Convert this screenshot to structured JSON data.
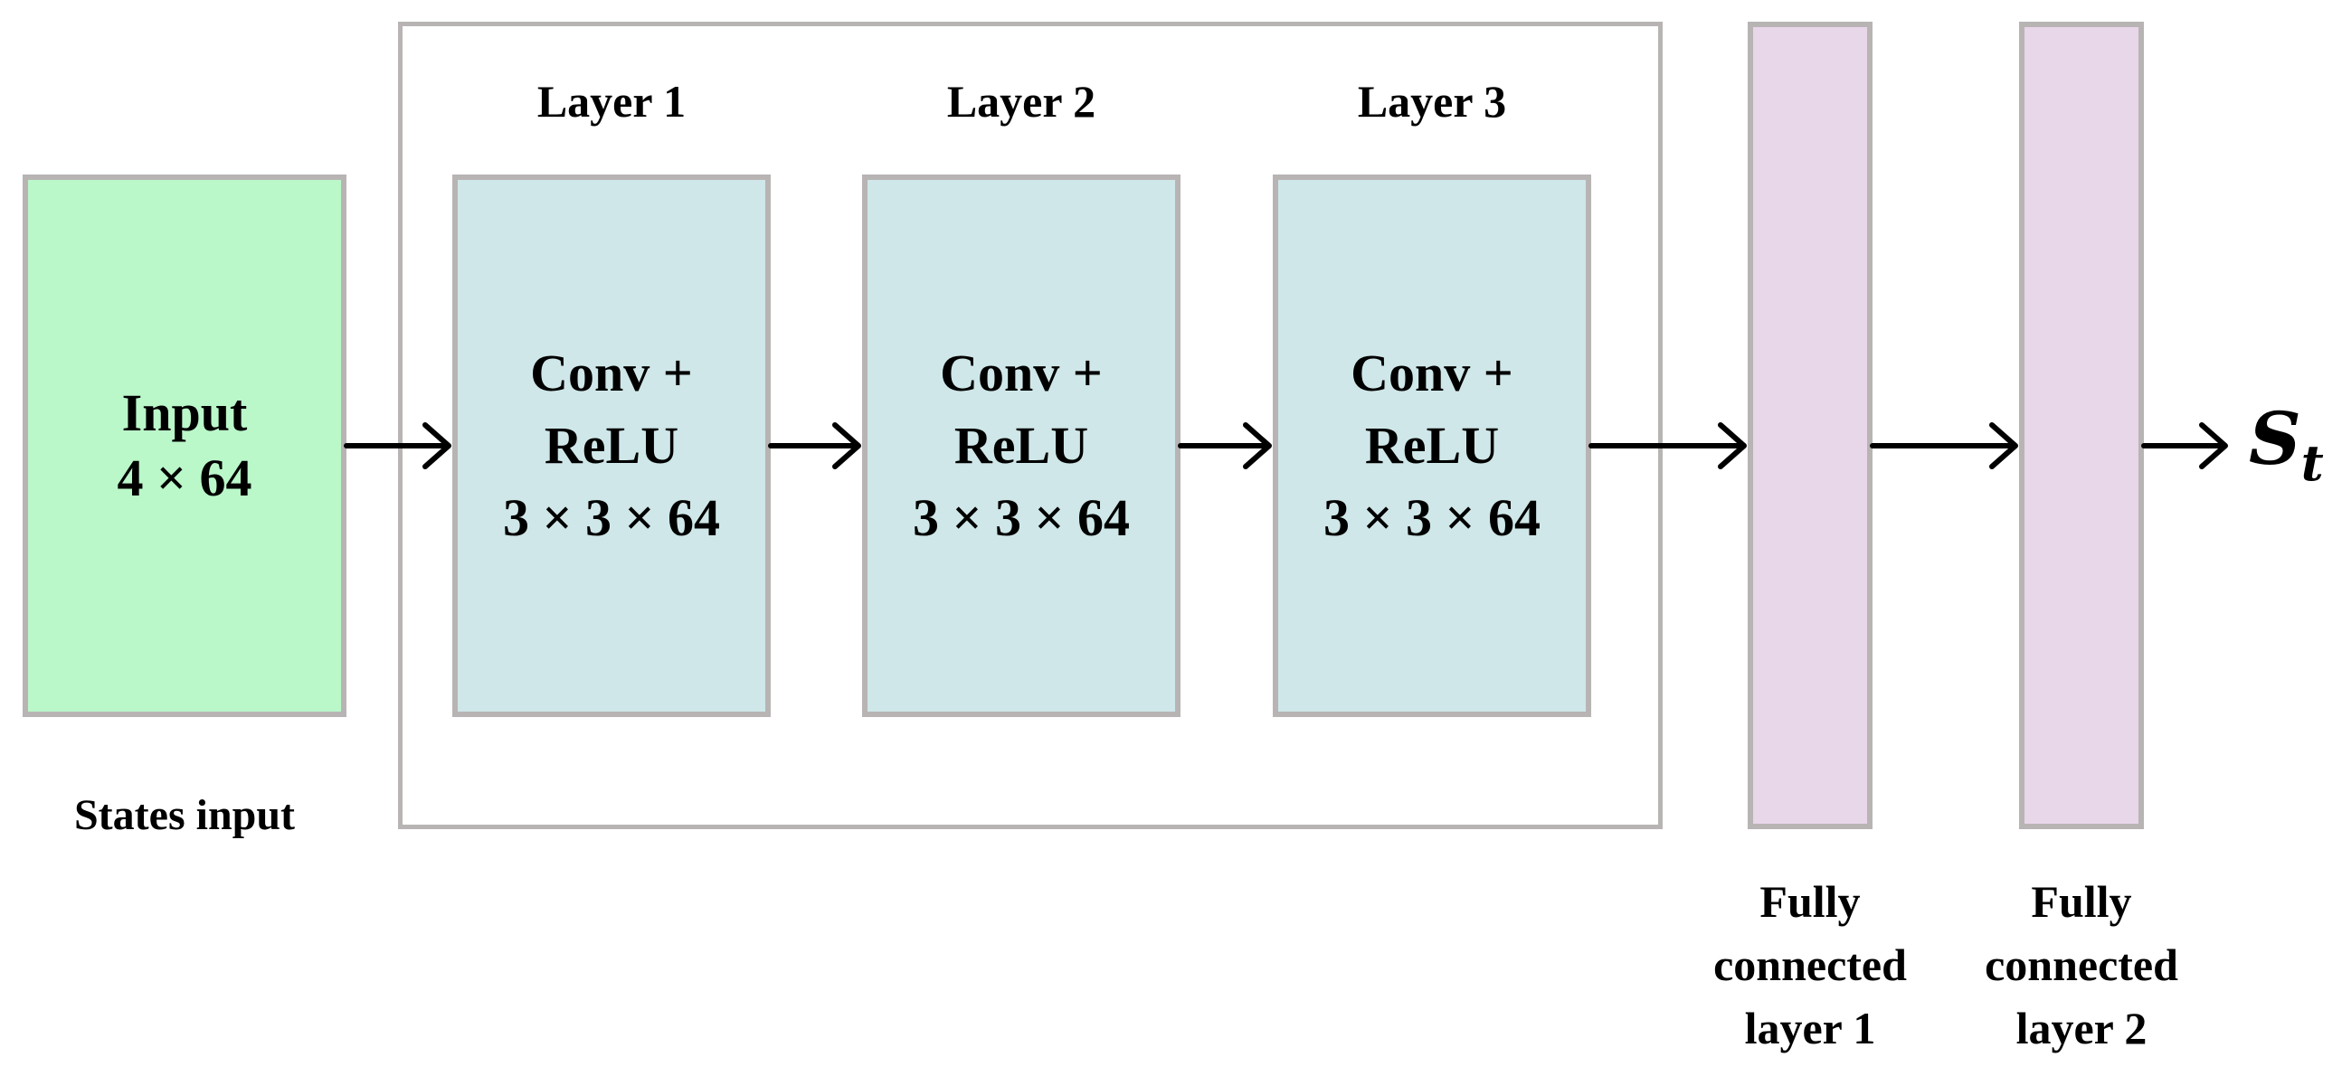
{
  "input": {
    "line1": "Input",
    "line2": "4 × 64",
    "caption": "States input"
  },
  "layers": [
    {
      "title": "Layer 1",
      "line1": "Conv +",
      "line2": "ReLU",
      "line3": "3 × 3 × 64"
    },
    {
      "title": "Layer 2",
      "line1": "Conv +",
      "line2": "ReLU",
      "line3": "3 × 3 × 64"
    },
    {
      "title": "Layer 3",
      "line1": "Conv +",
      "line2": "ReLU",
      "line3": "3 × 3 × 64"
    }
  ],
  "fc": [
    {
      "line1": "Fully",
      "line2": "connected",
      "line3": "layer 1"
    },
    {
      "line1": "Fully",
      "line2": "connected",
      "line3": "layer 2"
    }
  ],
  "output": {
    "symbol": "S",
    "subscript": "t"
  },
  "colors": {
    "input_fill": "#baf7c9",
    "conv_fill": "#cfe7e8",
    "fc_fill": "#e8d6e9",
    "border": "#b8b4b4"
  }
}
